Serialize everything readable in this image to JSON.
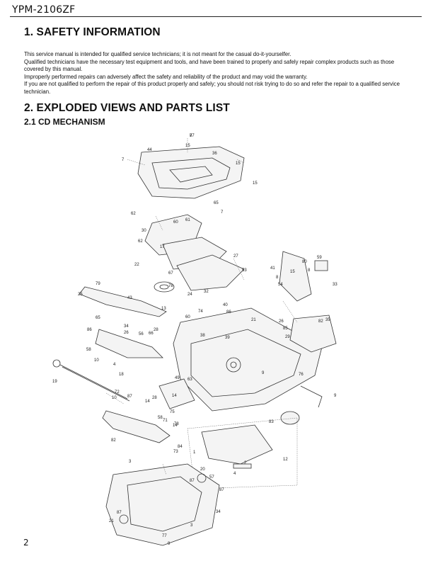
{
  "model": "YPM-2106ZF",
  "section1": {
    "title": "1. SAFETY INFORMATION",
    "paragraphs": [
      "This service manual is intended for qualified service technicians; it is not meant for the casual do-it-yourselfer.",
      "Qualified technicians have the necessary test equipment and tools, and have been trained to properly and safely repair complex products such as those covered by this manual.",
      "Improperly performed repairs can adversely affect the safety and reliability of the product and may void the warranty.",
      "If you are not qualified to perform the repair of this product properly and safely; you should not risk trying to do so and refer the repair to a qualified service technician."
    ]
  },
  "section2": {
    "title": "2. EXPLODED VIEWS AND PARTS LIST",
    "subtitle": "2.1 CD MECHANISM"
  },
  "diagram_callouts": [
    "7",
    "15",
    "44",
    "36",
    "7",
    "15",
    "15",
    "65",
    "7",
    "62",
    "60",
    "61",
    "30",
    "62",
    "17",
    "22",
    "27",
    "53",
    "41",
    "80",
    "8",
    "59",
    "8",
    "15",
    "54",
    "33",
    "79",
    "25",
    "67",
    "78",
    "24",
    "32",
    "43",
    "13",
    "40",
    "74",
    "86",
    "65",
    "34",
    "86",
    "26",
    "56",
    "28",
    "66",
    "60",
    "21",
    "38",
    "29",
    "39",
    "26",
    "82",
    "85",
    "35",
    "58",
    "10",
    "4",
    "18",
    "10",
    "9",
    "76",
    "9",
    "19",
    "72",
    "49",
    "63",
    "87",
    "14",
    "28",
    "14",
    "75",
    "71",
    "83",
    "78",
    "58",
    "14",
    "82",
    "84",
    "73",
    "12",
    "1",
    "2",
    "4",
    "3",
    "20",
    "87",
    "57",
    "87",
    "34",
    "87",
    "21",
    "9",
    "3",
    "77",
    "87"
  ],
  "page_number": "2"
}
